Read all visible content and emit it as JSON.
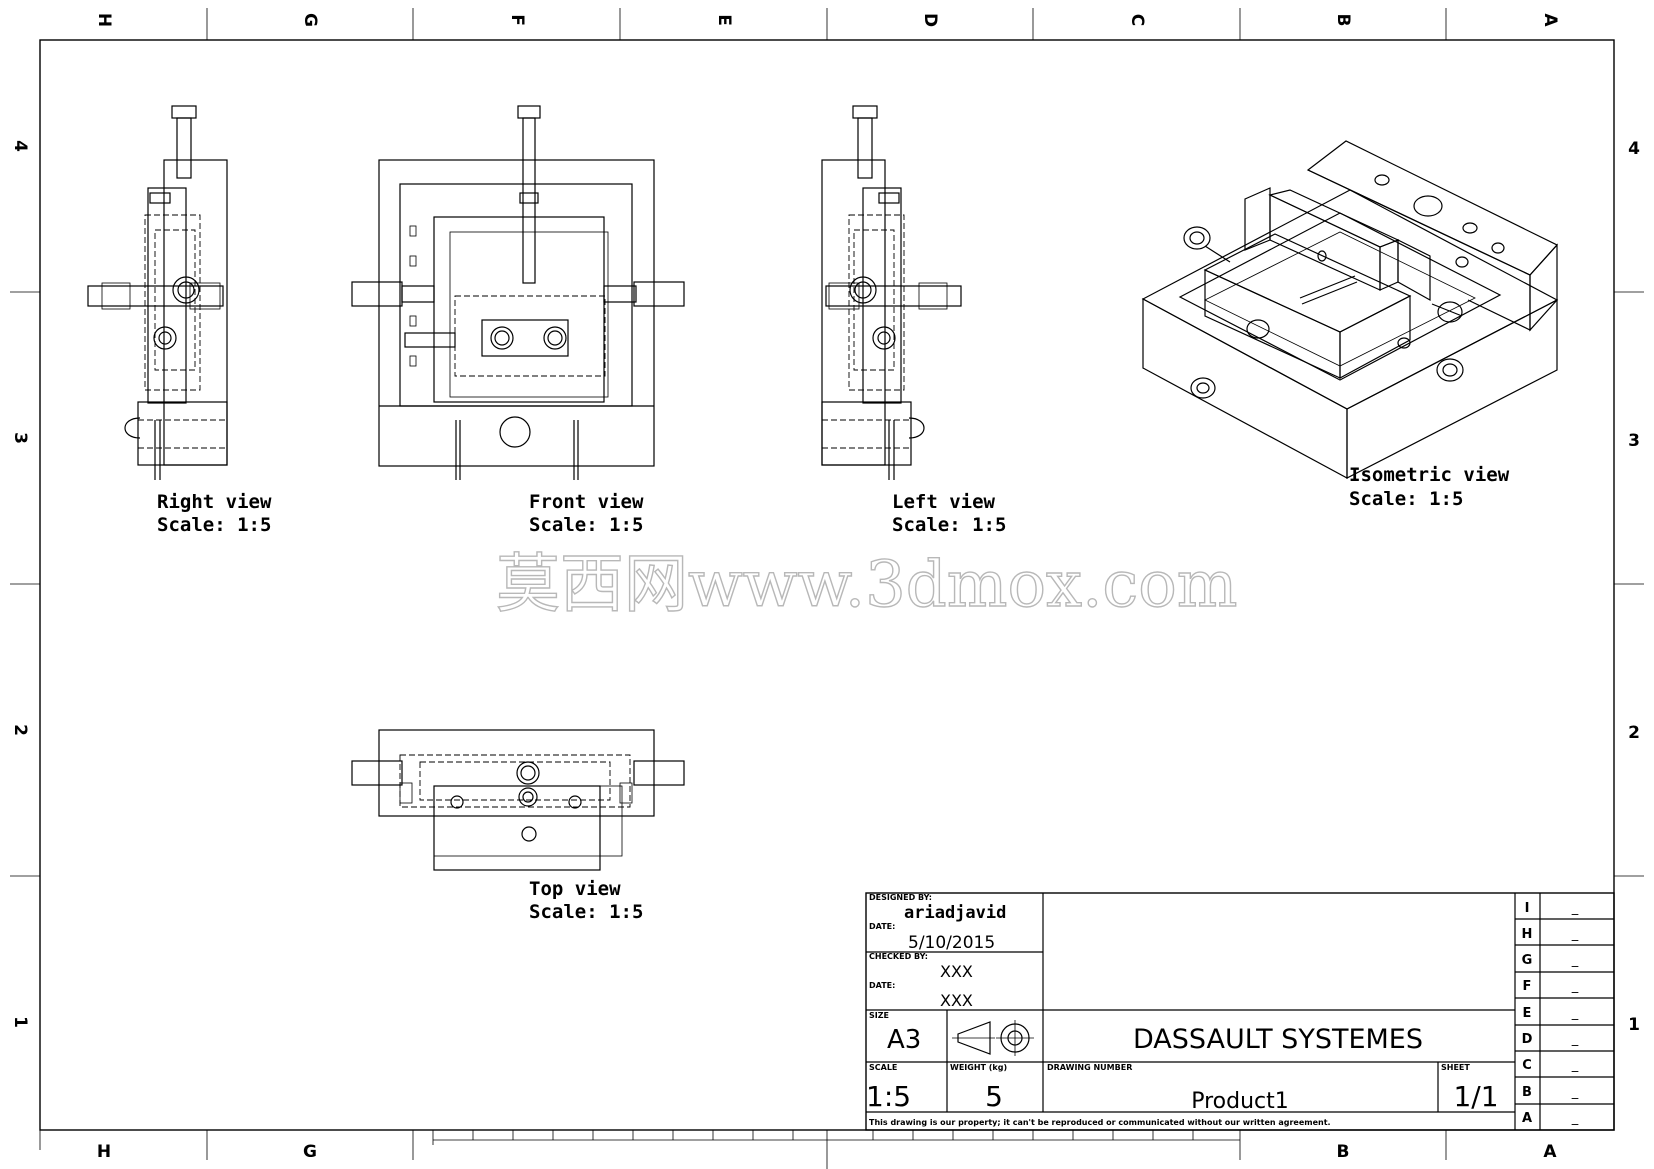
{
  "border": {
    "columns_top": [
      "H",
      "G",
      "F",
      "E",
      "D",
      "C",
      "B",
      "A"
    ],
    "columns_bottom": [
      "H",
      "G",
      "",
      "",
      "",
      "",
      "B",
      "A"
    ],
    "rows": [
      "4",
      "3",
      "2",
      "1"
    ]
  },
  "views": {
    "right": {
      "name": "Right view",
      "scale": "Scale:  1:5"
    },
    "front": {
      "name": "Front view",
      "scale": "Scale:  1:5"
    },
    "left": {
      "name": "Left view",
      "scale": "Scale:  1:5"
    },
    "iso": {
      "name": "Isometric view",
      "scale": "Scale:  1:5"
    },
    "top": {
      "name": "Top view",
      "scale": "Scale:  1:5"
    }
  },
  "watermark": "莫西网www.3dmox.com",
  "title_block": {
    "designed_by_label": "DESIGNED BY:",
    "designed_by": "ariadjavid",
    "date_label_1": "DATE:",
    "date_1": "5/10/2015",
    "checked_by_label": "CHECKED BY:",
    "checked_by": "XXX",
    "date_label_2": "DATE:",
    "date_2": "XXX",
    "size_label": "SIZE",
    "size": "A3",
    "company": "DASSAULT SYSTEMES",
    "scale_label": "SCALE",
    "scale": "1:5",
    "weight_label": "WEIGHT (kg)",
    "weight": "5",
    "drawing_number_label": "DRAWING NUMBER",
    "drawing_number": "Product1",
    "sheet_label": "SHEET",
    "sheet": "1/1",
    "disclaimer": "This drawing is our property; it can't be reproduced or communicated without our written agreement.",
    "revisions": [
      {
        "letter": "I",
        "value": "_"
      },
      {
        "letter": "H",
        "value": "_"
      },
      {
        "letter": "G",
        "value": "_"
      },
      {
        "letter": "F",
        "value": "_"
      },
      {
        "letter": "E",
        "value": "_"
      },
      {
        "letter": "D",
        "value": "_"
      },
      {
        "letter": "C",
        "value": "_"
      },
      {
        "letter": "B",
        "value": "_"
      },
      {
        "letter": "A",
        "value": "_"
      }
    ]
  }
}
